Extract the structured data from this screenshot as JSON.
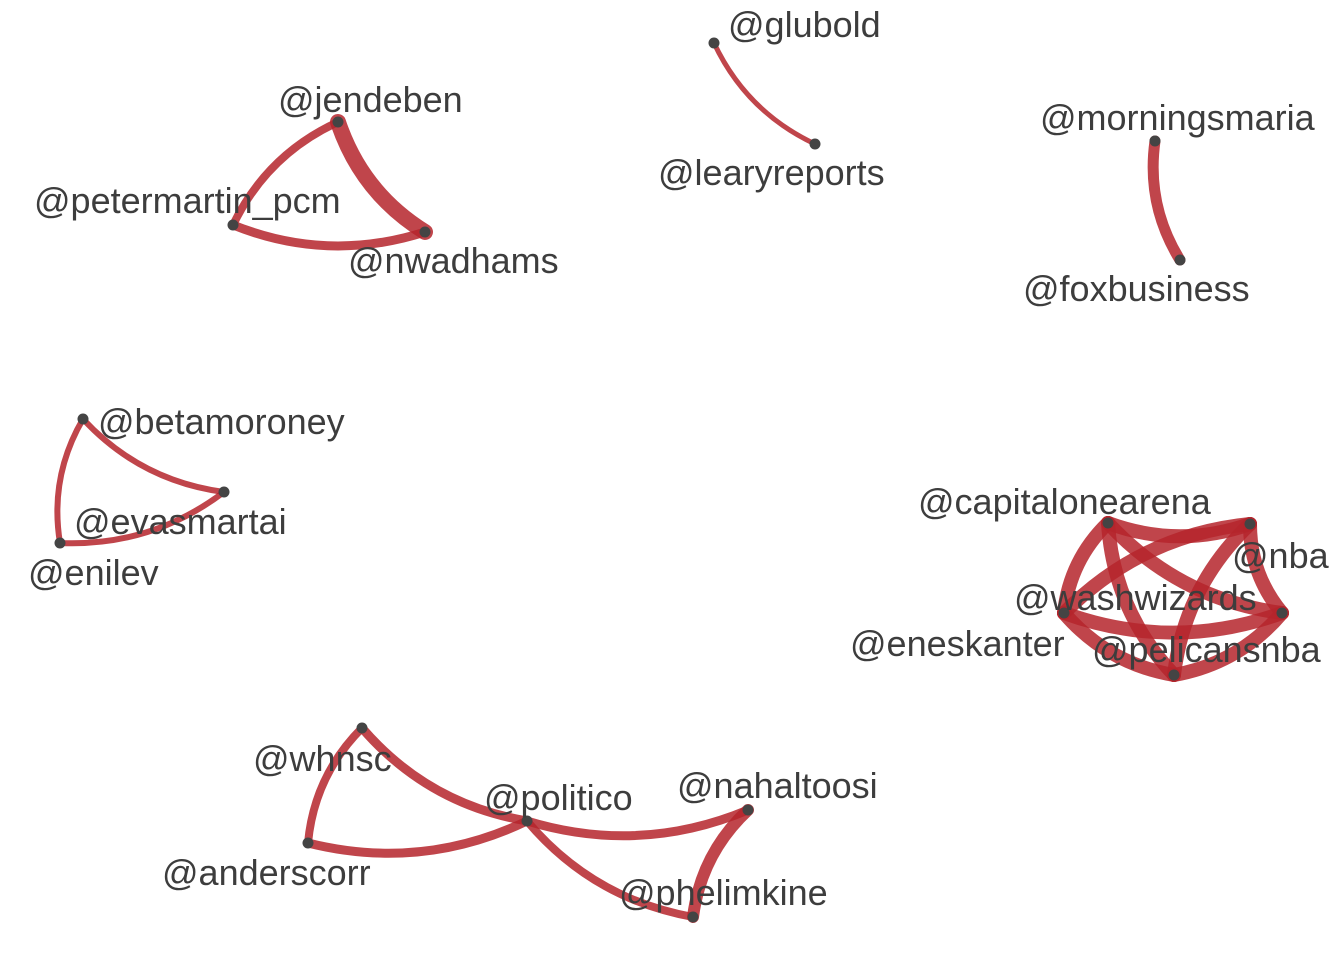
{
  "colors": {
    "edge": "#b5242c",
    "node": "#444444",
    "label": "#3d3d3d",
    "background": "#ffffff"
  },
  "nodes": {
    "glubold": "@glubold",
    "learyreports": "@learyreports",
    "jendeben": "@jendeben",
    "petermartin_pcm": "@petermartin_pcm",
    "nwadhams": "@nwadhams",
    "morningsmaria": "@morningsmaria",
    "foxbusiness": "@foxbusiness",
    "betamoroney": "@betamoroney",
    "evasmartai": "@evasmartai",
    "enilev": "@enilev",
    "capitalonearena": "@capitalonearena",
    "nba": "@nba",
    "washwizards": "@washwizards",
    "eneskanter": "@eneskanter",
    "pelicansnba": "@pelicansnba",
    "whnsc": "@whnsc",
    "politico": "@politico",
    "nahaltoosi": "@nahaltoosi",
    "anderscorr": "@anderscorr",
    "phelimkine": "@phelimkine"
  },
  "edges": [
    [
      "glubold",
      "learyreports"
    ],
    [
      "jendeben",
      "petermartin_pcm"
    ],
    [
      "jendeben",
      "nwadhams"
    ],
    [
      "petermartin_pcm",
      "nwadhams"
    ],
    [
      "morningsmaria",
      "foxbusiness"
    ],
    [
      "betamoroney",
      "evasmartai"
    ],
    [
      "betamoroney",
      "enilev"
    ],
    [
      "enilev",
      "evasmartai"
    ],
    [
      "capitalonearena",
      "nba"
    ],
    [
      "capitalonearena",
      "washwizards"
    ],
    [
      "capitalonearena",
      "pelicansnba"
    ],
    [
      "capitalonearena",
      "eneskanter"
    ],
    [
      "nba",
      "washwizards"
    ],
    [
      "nba",
      "pelicansnba"
    ],
    [
      "nba",
      "eneskanter"
    ],
    [
      "washwizards",
      "pelicansnba"
    ],
    [
      "washwizards",
      "eneskanter"
    ],
    [
      "eneskanter",
      "pelicansnba"
    ],
    [
      "whnsc",
      "politico"
    ],
    [
      "whnsc",
      "anderscorr"
    ],
    [
      "anderscorr",
      "politico"
    ],
    [
      "politico",
      "nahaltoosi"
    ],
    [
      "politico",
      "phelimkine"
    ],
    [
      "nahaltoosi",
      "phelimkine"
    ]
  ]
}
